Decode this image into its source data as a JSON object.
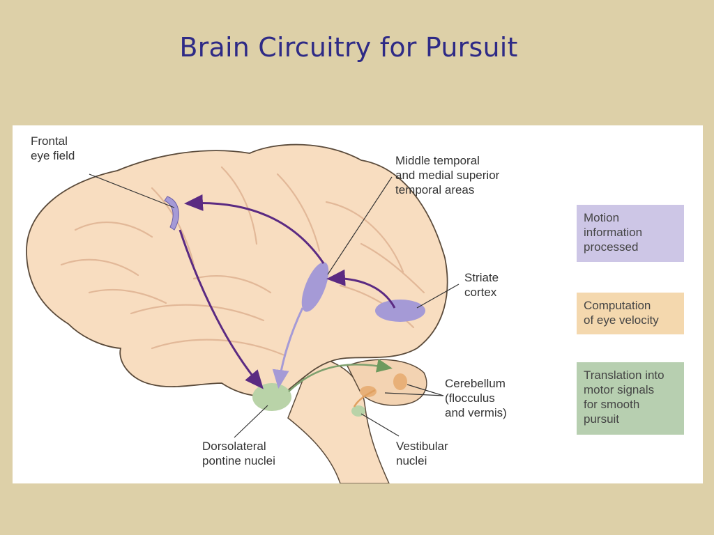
{
  "title": "Brain Circuitry for Pursuit",
  "labels": {
    "frontal_eye_field": "Frontal\neye field",
    "mt_mst": "Middle temporal\nand medial superior\ntemporal areas",
    "striate_cortex": "Striate\ncortex",
    "cerebellum": "Cerebellum\n(flocculus\nand vermis)",
    "dorsolateral_pontine": "Dorsolateral\npontine nuclei",
    "vestibular_nuclei": "Vestibular\nnuclei"
  },
  "legend": [
    {
      "text": "Motion\ninformation\nprocessed",
      "color": "#cdc6e6"
    },
    {
      "text": "Computation\nof eye velocity",
      "color": "#f4d8ae"
    },
    {
      "text": "Translation into\nmotor signals\nfor smooth\npursuit",
      "color": "#b7cfb0"
    }
  ],
  "colors": {
    "brain_fill": "#f8ddc0",
    "brain_outline": "#5a4a3a",
    "purple_pathway": "#5b2a82",
    "green_pathway": "#7ea06e",
    "motion_region": "#a59ad6",
    "velocity_region": "#e8b078",
    "motor_region": "#b9d3a8"
  }
}
